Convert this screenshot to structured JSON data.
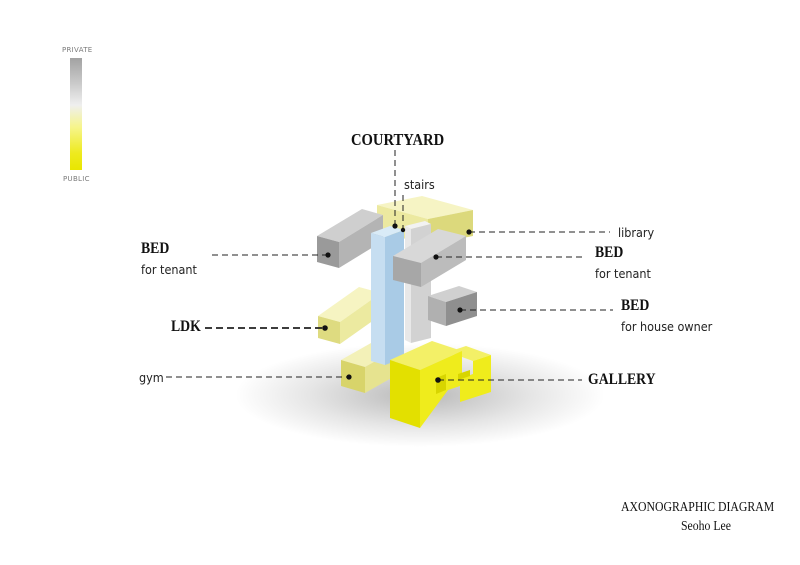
{
  "legend": {
    "top_label": "PRIVATE",
    "bottom_label": "PUBLIC",
    "gradient_colors": [
      "#a2a2a2",
      "#efefef",
      "#e9e600"
    ]
  },
  "labels": {
    "courtyard": "COURTYARD",
    "stairs": "stairs",
    "library": "library",
    "bed_left": "BED",
    "bed_left_sub": "for tenant",
    "bed_right": "BED",
    "bed_right_sub": "for tenant",
    "bed_owner": "BED",
    "bed_owner_sub": "for house owner",
    "ldk": "LDK",
    "gym": "gym",
    "gallery": "GALLERY"
  },
  "title": {
    "main": "AXONOGRAPHIC DIAGRAM",
    "author": "Seoho Lee"
  },
  "colors": {
    "public_yellow": "#ecea2a",
    "semi_yellow": "#f1efaa",
    "private_gray": "#9d9d9d",
    "courtyard_blue": "#b5d3ea"
  }
}
